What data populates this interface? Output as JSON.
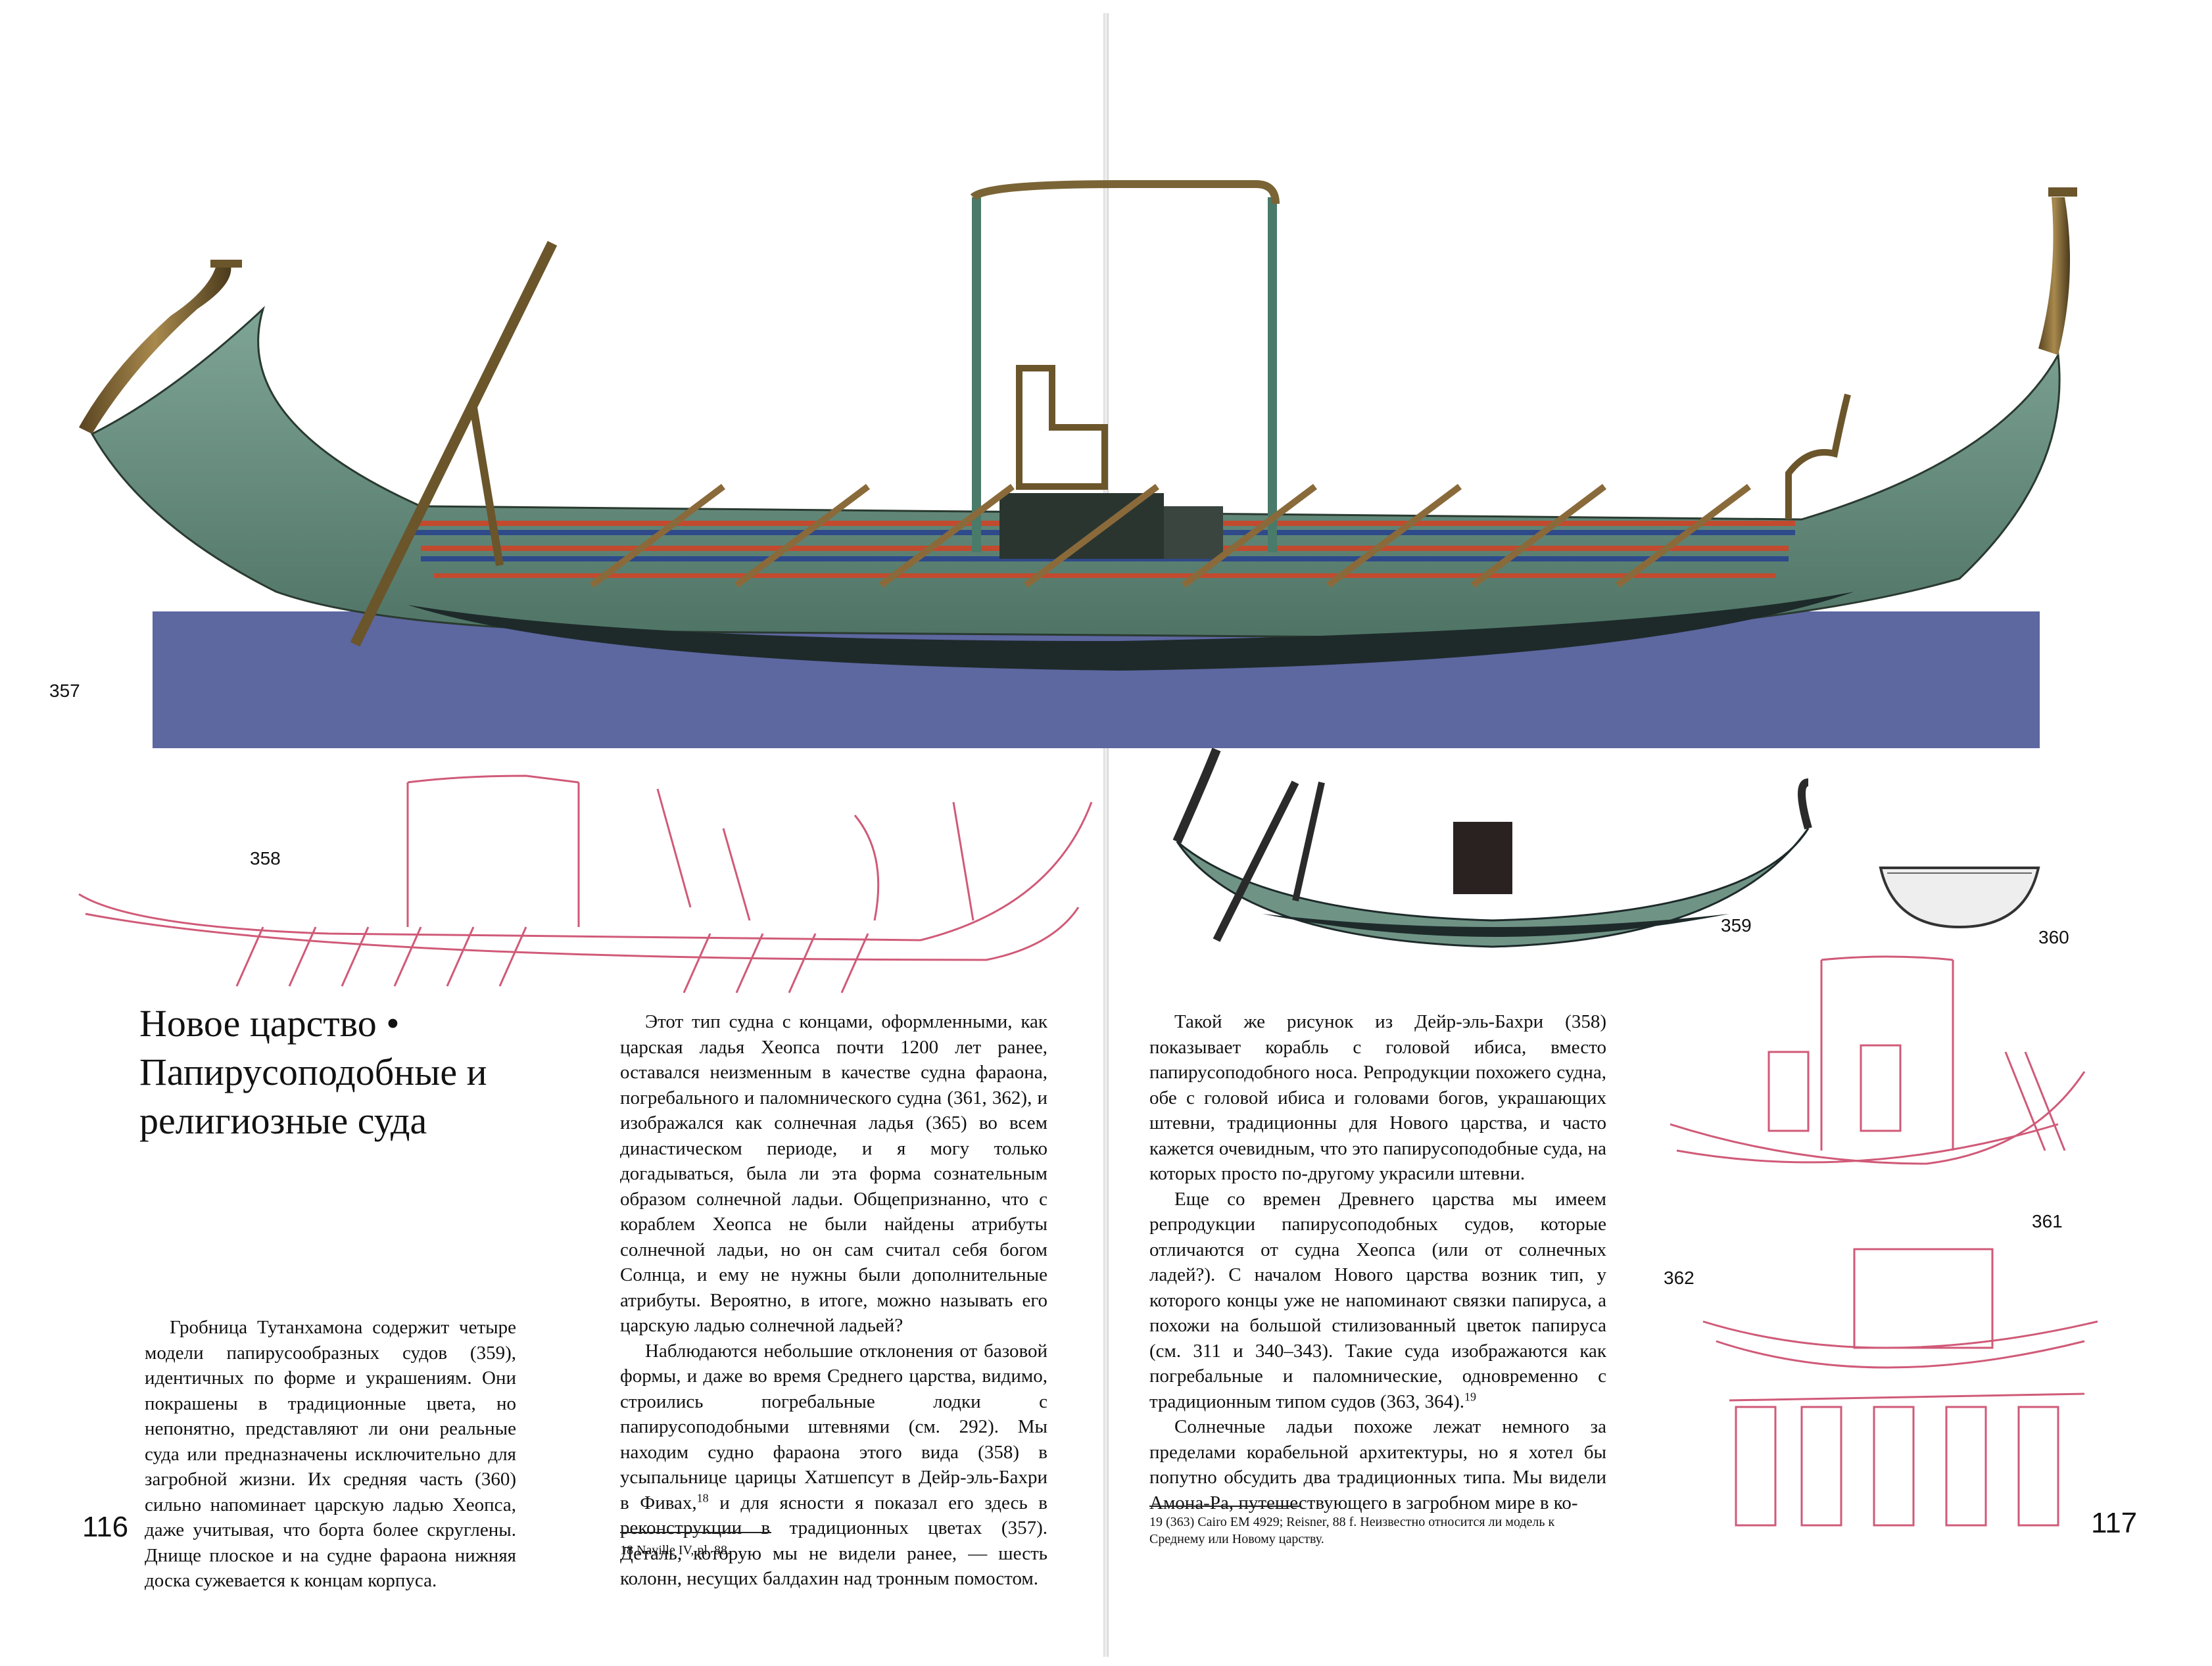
{
  "figures": {
    "fig357": "357",
    "fig358": "358",
    "fig359": "359",
    "fig360": "360",
    "fig361": "361",
    "fig362": "362"
  },
  "page_numbers": {
    "left": "116",
    "right": "117"
  },
  "heading_lines": [
    "Новое царство •",
    "Папирусоподобные и",
    "религиозные суда"
  ],
  "col1": {
    "paragraphs": [
      "Гробница Тутанхамона содержит четыре модели папирусообразных судов (359), идентичных по форме и украшениям. Они покрашены в традиционные цвета, но непонятно, представляют ли они реальные суда или предназначены исключительно для загробной жизни. Их средняя часть (360) сильно напоминает царскую ладью Хеопса, даже учитывая, что борта более скруглены. Днище плоское и на судне фараона нижняя доска сужевается к концам корпуса."
    ]
  },
  "col2": {
    "p1": "Этот тип судна с концами, оформленными, как царская ладья Хеопса почти 1200 лет ранее, оставался неизменным в качестве судна фараона, погребального и паломнического судна (361, 362), и изображался как солнечная ладья (365) во всем династическом периоде, и я могу только догадываться, была ли эта форма сознательным образом солнечной ладьи. Общепризнанно, что с кораблем Хеопса не были найдены атрибуты солнечной ладьи, но он сам считал себя богом Солнца, и ему не нужны были дополнительные атрибуты. Вероятно, в итоге, можно называть его царскую ладью солнечной ладьей?",
    "p2_a": "Наблюдаются небольшие отклонения от базовой формы, и даже во время Среднего царства, видимо, строились погребальные лодки с папирусоподобными штевнями (см. 292). Мы находим судно фараона этого вида (358) в усыпальнице царицы Хатшепсут в Дейр-эль-Бахри в Фивах,",
    "p2_sup": "18",
    "p2_b": " и для ясности я показал его здесь в реконструкции в традиционных цветах (357). Деталь, которую мы не видели ранее, — шесть колонн, несущих балдахин над тронным помостом.",
    "footnote": "18   Naville IV, pl. 88."
  },
  "col3": {
    "p1": "Такой же рисунок из Дейр-эль-Бахри (358) показывает корабль с головой ибиса, вместо папирусоподобного носа. Репродукции похожего судна, обе с головой ибиса и головами богов, украшающих штевни, традиционны для Нового царства, и часто кажется очевидным, что это папирусоподобные суда, на которых просто по-другому украсили штевни.",
    "p2_a": "Еще со времен Древнего царства мы имеем репродукции папирусоподобных судов, которые отличаются от судна Хеопса (или от солнечных ладей?). С началом Нового царства возник тип, у которого концы уже не напоминают связки папируса, а похожи на большой стилизованный цветок папируса (см. 311 и 340–343). Такие суда изображаются как погребальные и паломнические, одновременно с традиционным типом судов (363, 364).",
    "p2_sup": "19",
    "p3": "Солнечные ладьи похоже лежат немного за пределами корабельной архитектуры, но я хотел бы попутно обсудить два традиционных типа. Мы видели Амона-Ра, путешествующего в загробном мире в ко-",
    "footnote": "19   (363) Cairo EM 4929; Reisner, 88 f. Неизвестно относится ли модель к Среднему или Новому царству."
  },
  "colors": {
    "water": "#5d67a0",
    "hull_green": "#6f9486",
    "hull_dark": "#1e2a2a",
    "gold": "#7a6436",
    "stripe_red": "#c24a2e",
    "stripe_blue": "#2e4a8a",
    "line_drawing": "#d05a78"
  }
}
